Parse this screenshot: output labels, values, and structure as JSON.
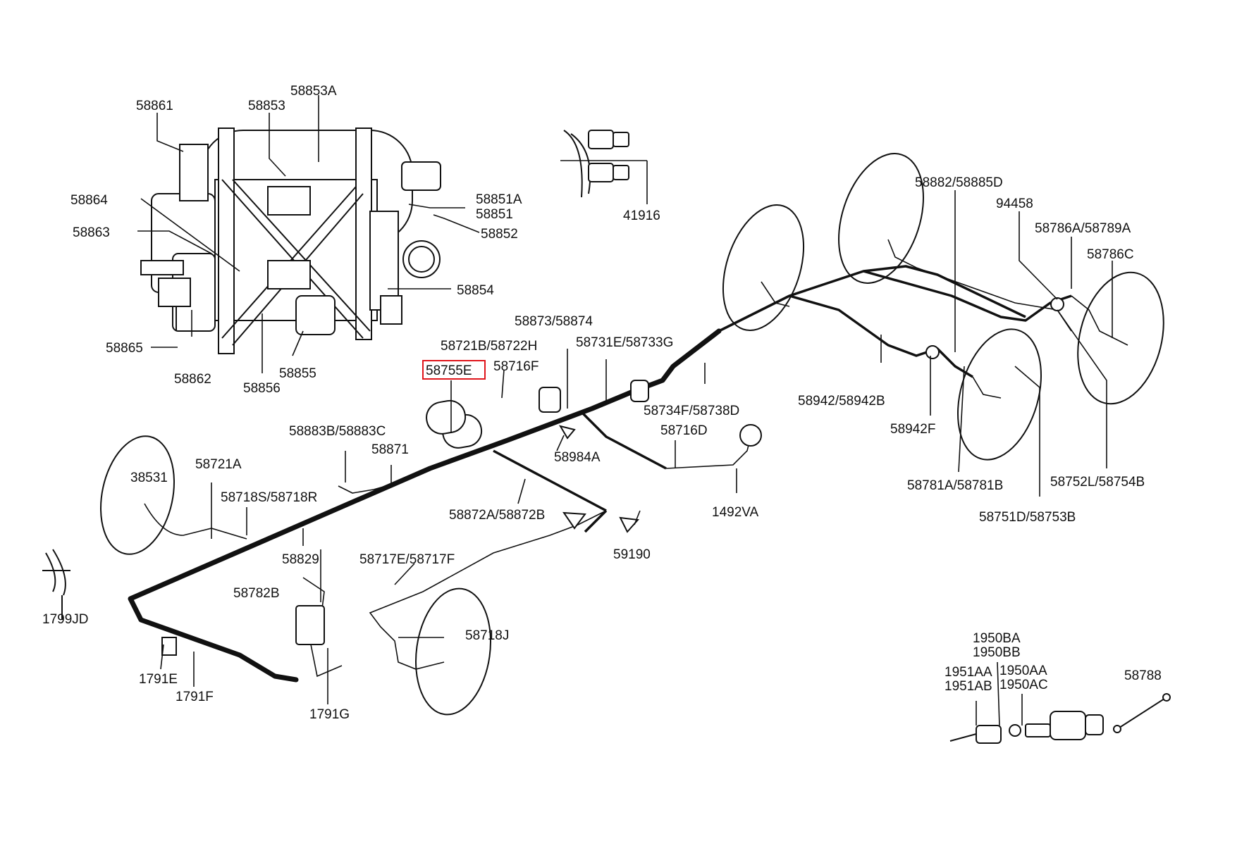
{
  "highlighted_part": "58755E",
  "labels": {
    "p58861": "58861",
    "p58853": "58853",
    "p58853A": "58853A",
    "p58864": "58864",
    "p58863": "58863",
    "p58865": "58865",
    "p58862": "58862",
    "p58856": "58856",
    "p58855": "58855",
    "p58851A": "58851A",
    "p58851": "58851",
    "p58852": "58852",
    "p58854": "58854",
    "p41916": "41916",
    "p58882": "58882/58885D",
    "p94458": "94458",
    "p58786A": "58786A/58789A",
    "p58786C": "58786C",
    "p58873": "58873/58874",
    "p58721B": "58721B/58722H",
    "p58755E": "58755E",
    "p58716F": "58716F",
    "p58731E": "58731E/58733G",
    "p58734F": "58734F/58738D",
    "p58942": "58942/58942B",
    "p58942F": "58942F",
    "p58883B": "58883B/58883C",
    "p58871": "58871",
    "p58716D": "58716D",
    "p58984A": "58984A",
    "p38531": "38531",
    "p58721A": "58721A",
    "p58718S": "58718S/58718R",
    "p58872A": "58872A/58872B",
    "p1492VA": "1492VA",
    "p58781A": "58781A/58781B",
    "p58752L": "58752L/58754B",
    "p58751D": "58751D/58753B",
    "p58829": "58829",
    "p59190": "59190",
    "p58717E": "58717E/58717F",
    "p1799JD": "1799JD",
    "p58782B": "58782B",
    "p58718J": "58718J",
    "p1791E": "1791E",
    "p1791F": "1791F",
    "p1791G": "1791G",
    "p1950BA": "1950BA",
    "p1950BB": "1950BB",
    "p1951AA": "1951AA",
    "p1951AB": "1951AB",
    "p1950AA": "1950AA",
    "p1950AC": "1950AC",
    "p58788": "58788"
  }
}
